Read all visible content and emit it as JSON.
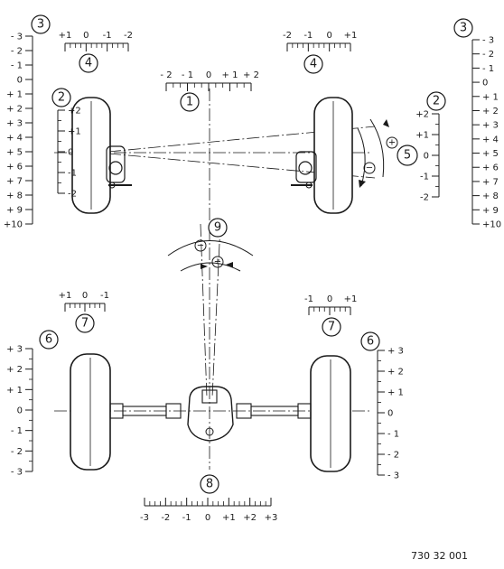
{
  "callouts": {
    "n1": "1",
    "n2": "2",
    "n3": "3",
    "n4": "4",
    "n5": "5",
    "n6": "6",
    "n7": "7",
    "n8": "8",
    "n9": "9"
  },
  "scales": {
    "camber_front_left": [
      "- 3",
      "- 2",
      "- 1",
      "0",
      "+ 1",
      "+ 2",
      "+ 3",
      "+ 4",
      "+ 5",
      "+ 6",
      "+ 7",
      "+ 8",
      "+ 9",
      "+10"
    ],
    "camber_front_right": [
      "- 3",
      "- 2",
      "- 1",
      "0",
      "+ 1",
      "+ 2",
      "+ 3",
      "+ 4",
      "+ 5",
      "+ 6",
      "+ 7",
      "+ 8",
      "+ 9",
      "+10"
    ],
    "caster_front": [
      "+2",
      "+1",
      "0",
      "-1",
      "-2"
    ],
    "toe_front_left": [
      "+1",
      "0",
      "-1",
      "-2"
    ],
    "toe_front_right": [
      "-2",
      "-1",
      "0",
      "+1"
    ],
    "setback_front": [
      "- 2",
      "- 1",
      "0",
      "+ 1",
      "+ 2"
    ],
    "camber_rear": [
      "+ 3",
      "+ 2",
      "+ 1",
      "0",
      "- 1",
      "- 2",
      "- 3"
    ],
    "toe_rear_left": [
      "+1",
      "0",
      "-1"
    ],
    "toe_rear_right": [
      "-1",
      "0",
      "+1"
    ],
    "thrust_rear": [
      "-3",
      "-2",
      "-1",
      "0",
      "+1",
      "+2",
      "+3"
    ]
  },
  "signs": {
    "plus": "+",
    "minus": "−"
  },
  "caption": "730 32 001"
}
